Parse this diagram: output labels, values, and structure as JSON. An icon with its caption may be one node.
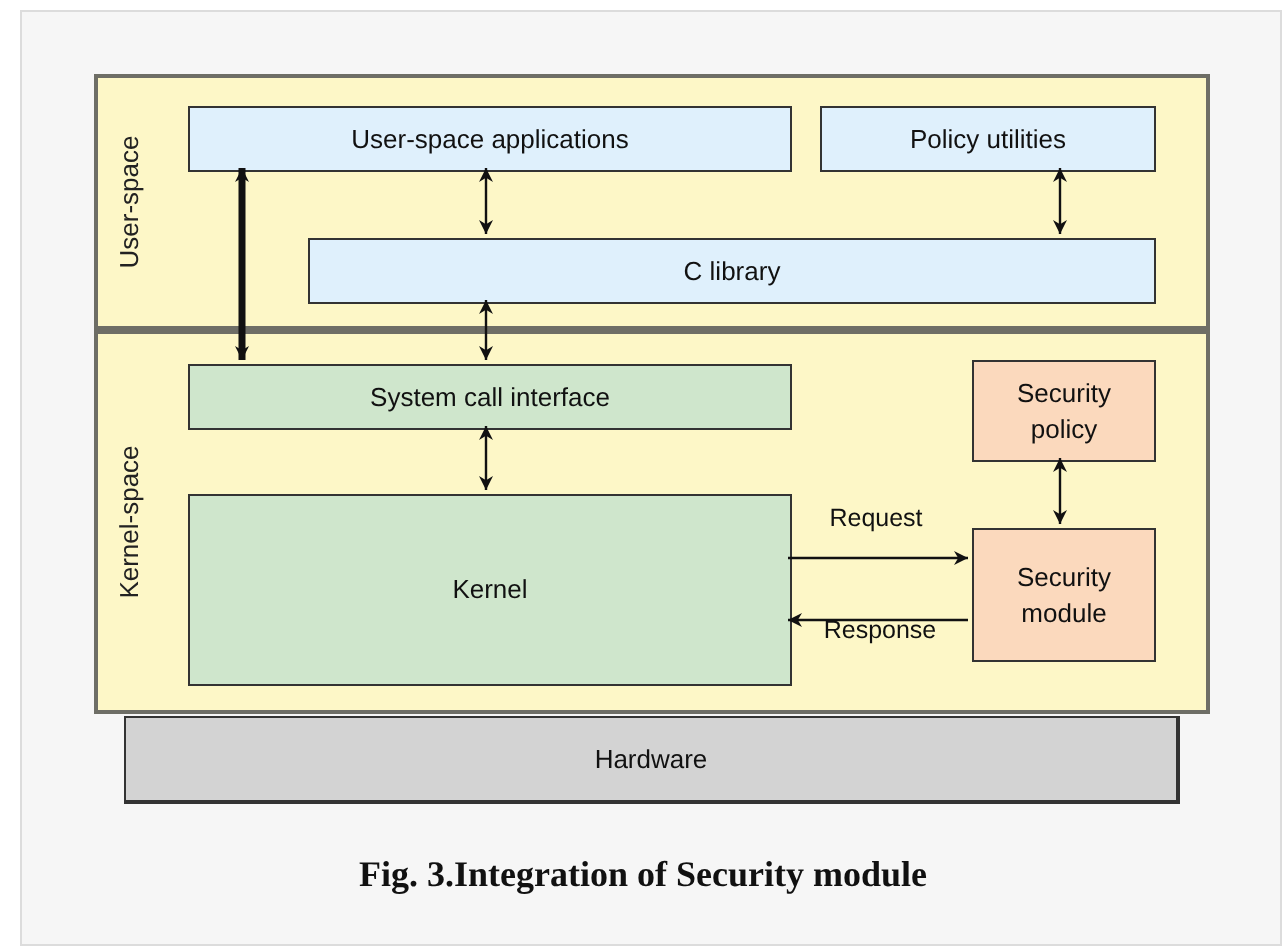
{
  "diagram": {
    "caption": "Fig. 3.Integration of Security module",
    "nodes": [
      {
        "text": [
          "User-space"
        ]
      },
      {
        "text": [
          "User-space applications"
        ],
        "in": 0
      },
      {
        "text": [
          "Policy utilities"
        ],
        "in": 0
      },
      {
        "text": [
          "C library"
        ],
        "in": 0
      },
      {
        "text": [
          "Kernel-space"
        ]
      },
      {
        "text": [
          "System call interface"
        ],
        "in": 4
      },
      {
        "text": [
          "Security policy"
        ],
        "in": 4
      },
      {
        "text": [
          "Kernel"
        ],
        "in": 4
      },
      {
        "text": [
          "Security module"
        ],
        "in": 4
      },
      {
        "text": [
          "Hardware"
        ]
      }
    ],
    "edges": [
      {
        "from": 1,
        "to": 5,
        "arrow": "both",
        "style": "thick"
      },
      {
        "from": 1,
        "to": 3,
        "arrow": "both"
      },
      {
        "from": 2,
        "to": 3,
        "arrow": "both"
      },
      {
        "from": 3,
        "to": 5,
        "arrow": "both"
      },
      {
        "from": 5,
        "to": 7,
        "arrow": "both"
      },
      {
        "from": 6,
        "to": 8,
        "arrow": "both"
      },
      {
        "from": 7,
        "to": 8,
        "arrow": "to",
        "label": "Request"
      },
      {
        "from": 8,
        "to": 7,
        "arrow": "to",
        "label": "Response"
      }
    ]
  }
}
